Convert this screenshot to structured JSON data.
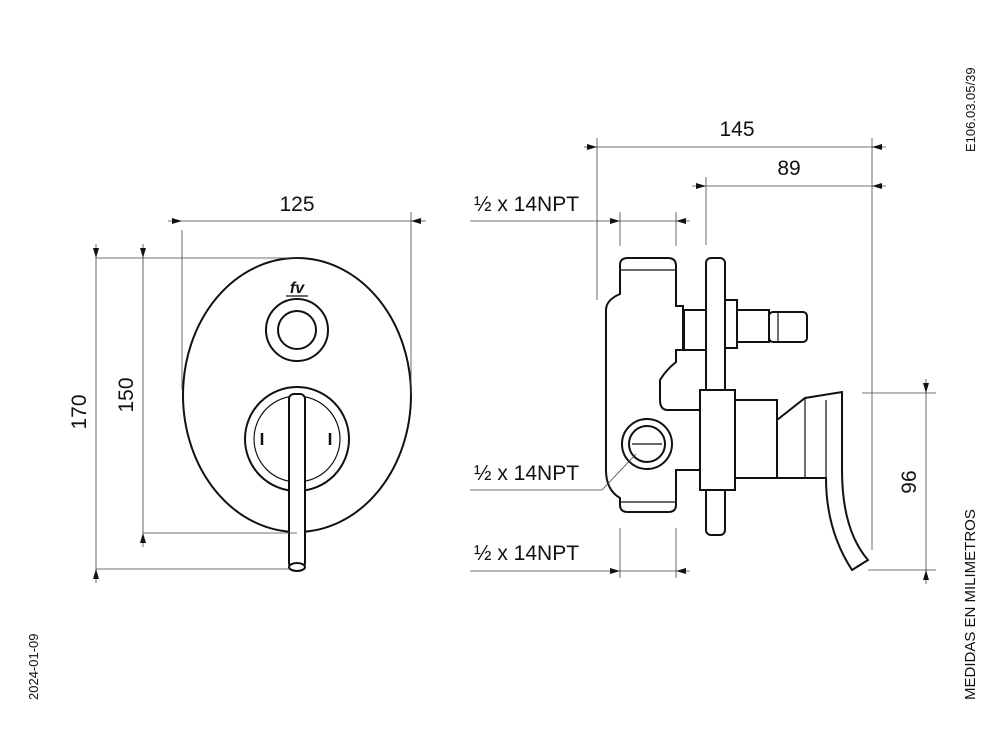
{
  "code": "E106.03.05/39",
  "date": "2024-01-09",
  "units_note": "MEDIDAS EN MILIMETROS",
  "logo": "fv",
  "front_view": {
    "width": "125",
    "height_total": "170",
    "height_plate": "150"
  },
  "side_view": {
    "depth_total": "145",
    "depth_lever": "89",
    "lever_height": "96",
    "thread_top": "½ x 14NPT",
    "thread_middle": "½ x 14NPT",
    "thread_bottom": "½ x 14NPT"
  }
}
